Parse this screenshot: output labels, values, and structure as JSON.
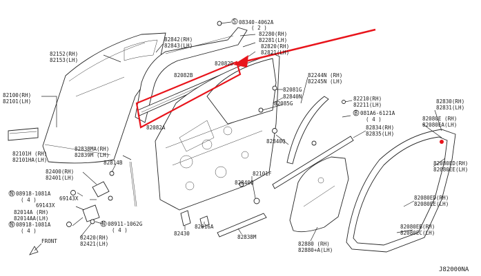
{
  "diagram": {
    "code": "J82000NA",
    "labels": {
      "bolt_top": "08340-4062A",
      "bolt_top_qty": "( 2 )",
      "door_panel_rh": "82152(RH)",
      "door_panel_lh": "82153(LH)",
      "door_rh": "82100(RH)",
      "door_lh": "82101(LH)",
      "weatherstrip_rh": "82842(RH)",
      "weatherstrip_lh": "82843(LH)",
      "p82082d": "82082D",
      "p82082b": "82082B",
      "p82082a": "82082A",
      "p82280_rh": "82280(RH)",
      "p82281_lh": "82281(LH)",
      "p82820_rh": "82820(RH)",
      "p82821_lh": "82821(LH)",
      "p82244n_rh": "82244N (RH)",
      "p82245n_lh": "82245N (LH)",
      "p82081g": "82081G",
      "p82840n": "82840N",
      "p82085g": "82085G",
      "p82210_rh": "82210(RH)",
      "p82211_lh": "82211(LH)",
      "clip_081a6": "081A6-6121A",
      "clip_qty": "( 4 )",
      "p82834_rh": "82834(RH)",
      "p82835_lh": "82835(LH)",
      "p82830_rh": "82830(RH)",
      "p82831_lh": "82831(LH)",
      "p82080e_rh": "82080E (RH)",
      "p82080ea_lh": "82080EA(LH)",
      "p82080ed_rh": "82080ED(RH)",
      "p82080ee_lh": "82080EE(LH)",
      "p82080eb_rh": "82080EB(RH)",
      "p82080ec_lh": "82080EC(LH)",
      "p82080ed2_rh": "82080ED(RH)",
      "p82080ee2_lh": "82080EE(LH)",
      "p82840q": "82840Q",
      "p82838ma_rh": "82838MA(RH)",
      "p82839m_lh": "82839M (LH)",
      "p82814b": "82814B",
      "p82101h_rh": "82101H (RH)",
      "p82101ha_lh": "82101HA(LH)",
      "p82400_rh": "82400(RH)",
      "p82401_lh": "82401(LH)",
      "bolt_08918_a": "08918-1081A",
      "qty_a": "( 4 )",
      "p69143x_a": "69143X",
      "p69143x_b": "69143X",
      "p82014a_rh": "82014A (RH)",
      "p82014aa_lh": "82014AA(LH)",
      "bolt_08918_b": "08918-1081A",
      "qty_b": "( 4 )",
      "bolt_08911": "08911-1062G",
      "qty_c": "( 4 )",
      "p82420_rh": "82420(RH)",
      "p82421_lh": "82421(LH)",
      "front": "FRONT",
      "p82430": "82430",
      "p82016a": "82016A",
      "p82838m": "82838M",
      "p82101f": "82101F",
      "p82840q2": "82840Q",
      "p82880_rh": "82880  (RH)",
      "p82880a_lh": "82880+A(LH)"
    }
  }
}
